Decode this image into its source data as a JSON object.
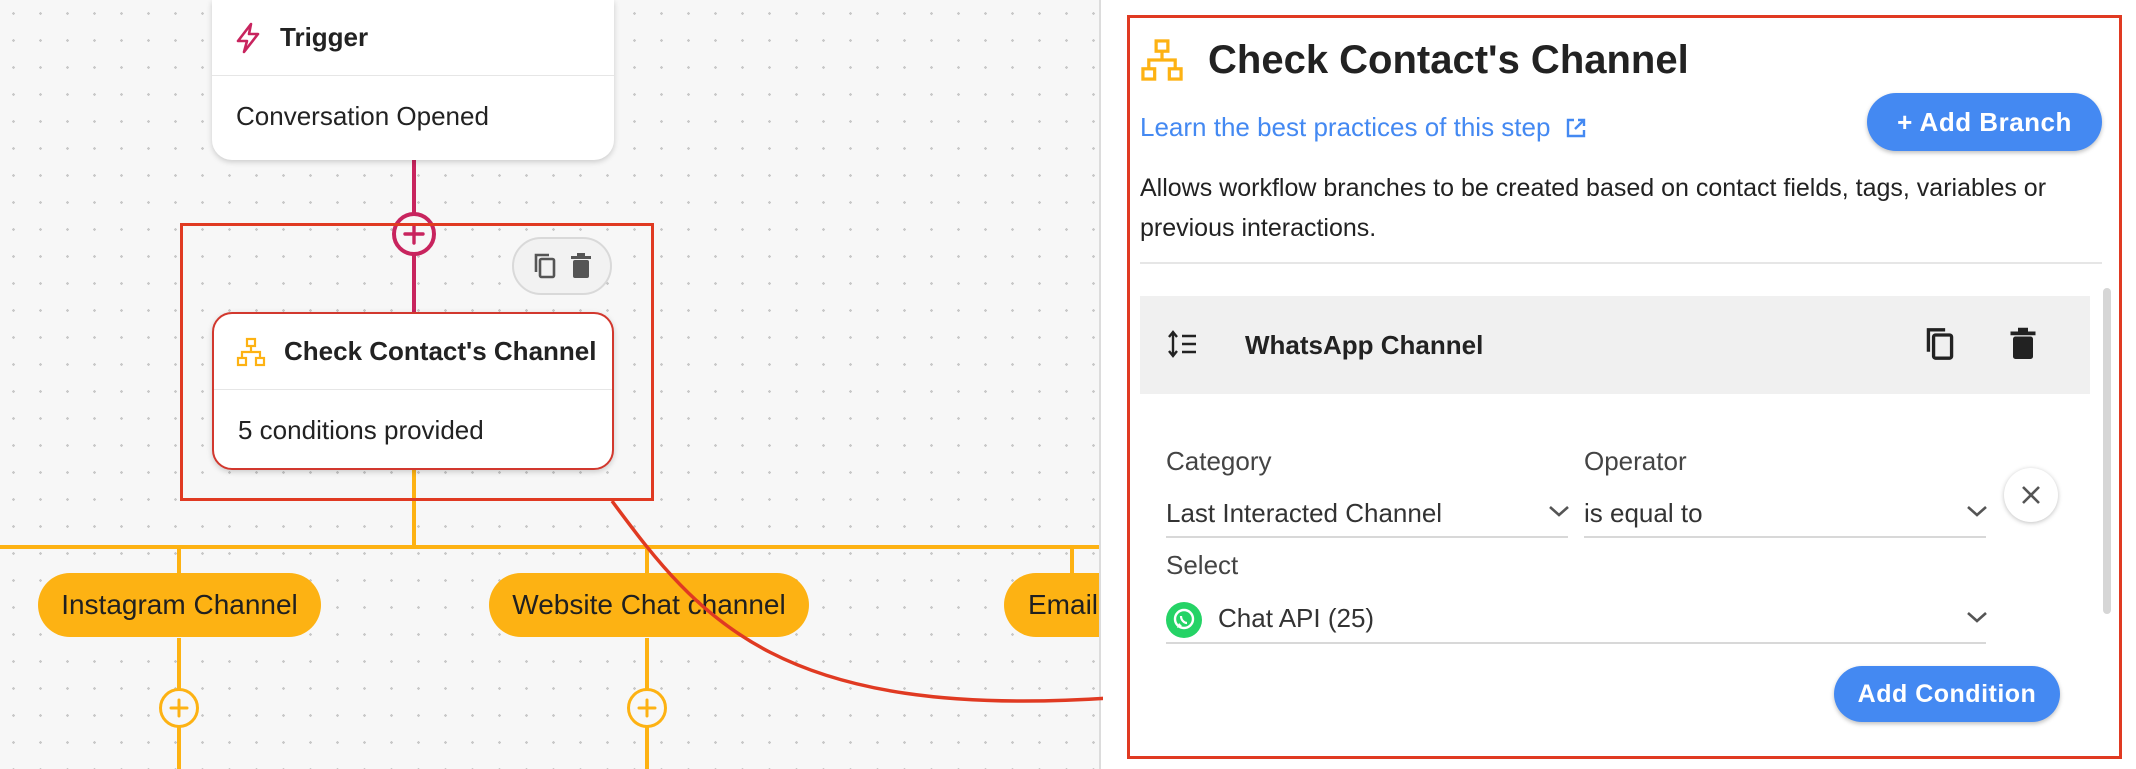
{
  "canvas": {
    "trigger": {
      "title": "Trigger",
      "subtitle": "Conversation Opened"
    },
    "check_node": {
      "title": "Check Contact's Channel",
      "subtitle": "5 conditions provided"
    },
    "branches": [
      "Instagram Channel",
      "Website Chat channel",
      "Email"
    ]
  },
  "panel": {
    "title": "Check Contact's Channel",
    "learn_link": "Learn the best practices of this step",
    "add_branch_label": "+ Add Branch",
    "description": "Allows workflow branches to be created based on contact fields, tags, variables or previous interactions.",
    "branch": {
      "name": "WhatsApp Channel",
      "category_label": "Category",
      "category_value": "Last Interacted Channel",
      "operator_label": "Operator",
      "operator_value": "is equal to",
      "select_label": "Select",
      "select_value": "Chat API (25)",
      "add_condition_label": "Add Condition"
    }
  },
  "colors": {
    "accent_blue": "#4489f2",
    "branch_yellow": "#fdb213",
    "trigger_pink": "#c8245e",
    "highlight_red": "#e03a22",
    "whatsapp_green": "#25d366"
  },
  "icons": [
    "lightning-icon",
    "sitemap-icon",
    "copy-icon",
    "trash-icon",
    "plus-circle-icon",
    "external-link-icon",
    "sort-lines-icon",
    "close-icon",
    "chevron-down-icon",
    "whatsapp-icon"
  ]
}
